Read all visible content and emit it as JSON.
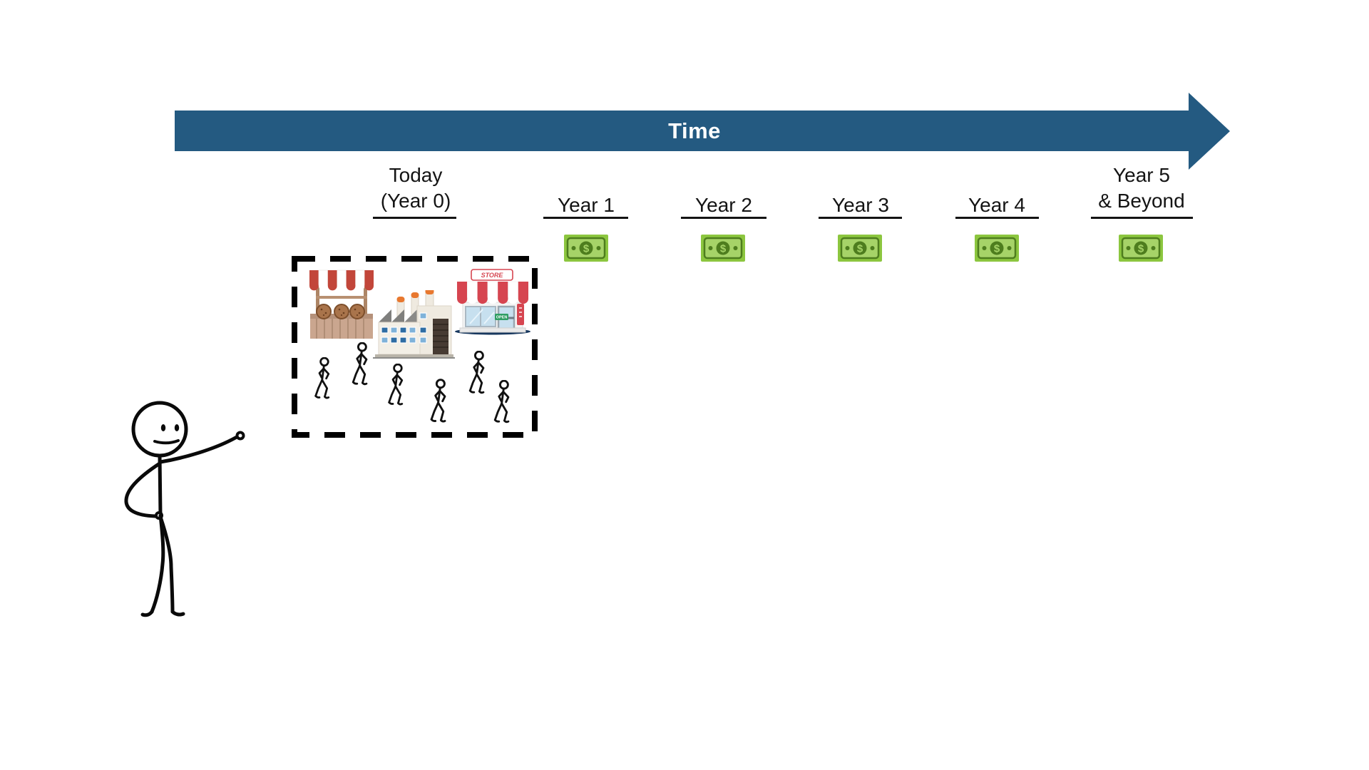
{
  "timeline": {
    "arrow_label": "Time",
    "arrow_color": "#245a81",
    "periods": [
      {
        "id": "today",
        "line1": "Today",
        "line2": "(Year 0)"
      },
      {
        "id": "year-1",
        "line1": "Year 1",
        "line2": ""
      },
      {
        "id": "year-2",
        "line1": "Year 2",
        "line2": ""
      },
      {
        "id": "year-3",
        "line1": "Year 3",
        "line2": ""
      },
      {
        "id": "year-4",
        "line1": "Year 4",
        "line2": ""
      },
      {
        "id": "year-5",
        "line1": "Year 5",
        "line2": "& Beyond"
      }
    ]
  },
  "icons": {
    "dollar_symbol": "$",
    "dollar_bill_light": "#8cc63f",
    "dollar_bill_dark": "#4e7d1e",
    "awning_red": "#d64550",
    "stall_red": "#c2463a",
    "window_blue": "#2e6da4",
    "shadow_navy": "#17375e"
  },
  "scene": {
    "store_sign": "STORE",
    "open_sign": "OPEN",
    "businesses": [
      "market-stall",
      "factory",
      "store"
    ],
    "customer_count": 6
  }
}
